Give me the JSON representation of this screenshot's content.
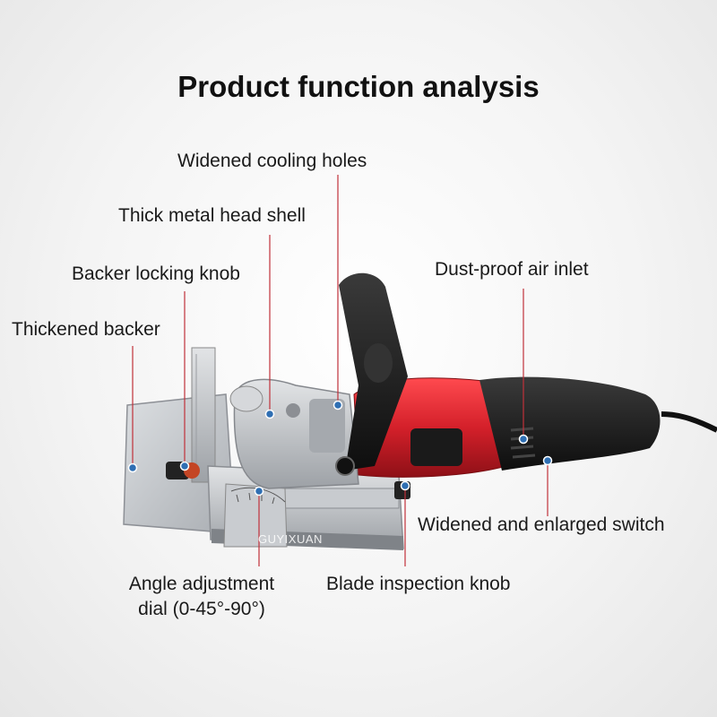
{
  "title": "Product function analysis",
  "labels": {
    "cooling_holes": "Widened cooling holes",
    "head_shell": "Thick metal head shell",
    "locking_knob": "Backer locking knob",
    "backer": "Thickened backer",
    "air_inlet": "Dust-proof air inlet",
    "switch": "Widened and enlarged switch",
    "angle_dial_line1": "Angle adjustment",
    "angle_dial_line2": "dial (0-45°-90°)",
    "blade_knob": "Blade inspection knob"
  },
  "watermark": "GUYIXUAN",
  "colors": {
    "accent_red": "#d4202a",
    "leader_line": "#c0313a",
    "marker_dot": "#2f6fb3",
    "body_black": "#1c1c1c",
    "metal": "#b9bcc0"
  }
}
